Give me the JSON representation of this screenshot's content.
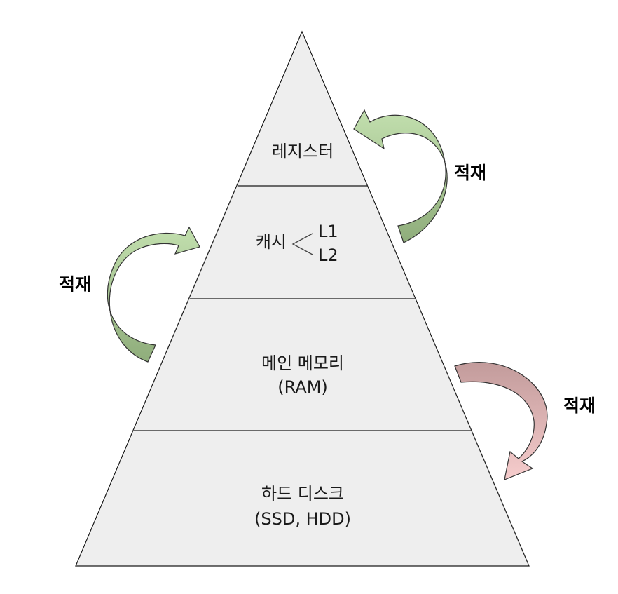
{
  "pyramid": {
    "tiers": [
      {
        "lines": [
          "레지스터"
        ]
      },
      {
        "main": "캐시",
        "levels": [
          "L1",
          "L2"
        ]
      },
      {
        "lines": [
          "메인 메모리",
          "(RAM)"
        ]
      },
      {
        "lines": [
          "하드 디스크",
          "(SSD, HDD)"
        ]
      }
    ]
  },
  "arrows": [
    {
      "label": "적재",
      "color_light": "#b8d8a4",
      "color_dark": "#8fad7b"
    },
    {
      "label": "적재",
      "color_light": "#b8d8a4",
      "color_dark": "#8fad7b"
    },
    {
      "label": "적재",
      "color_light": "#f4c9c9",
      "color_dark": "#c49a9a"
    }
  ]
}
